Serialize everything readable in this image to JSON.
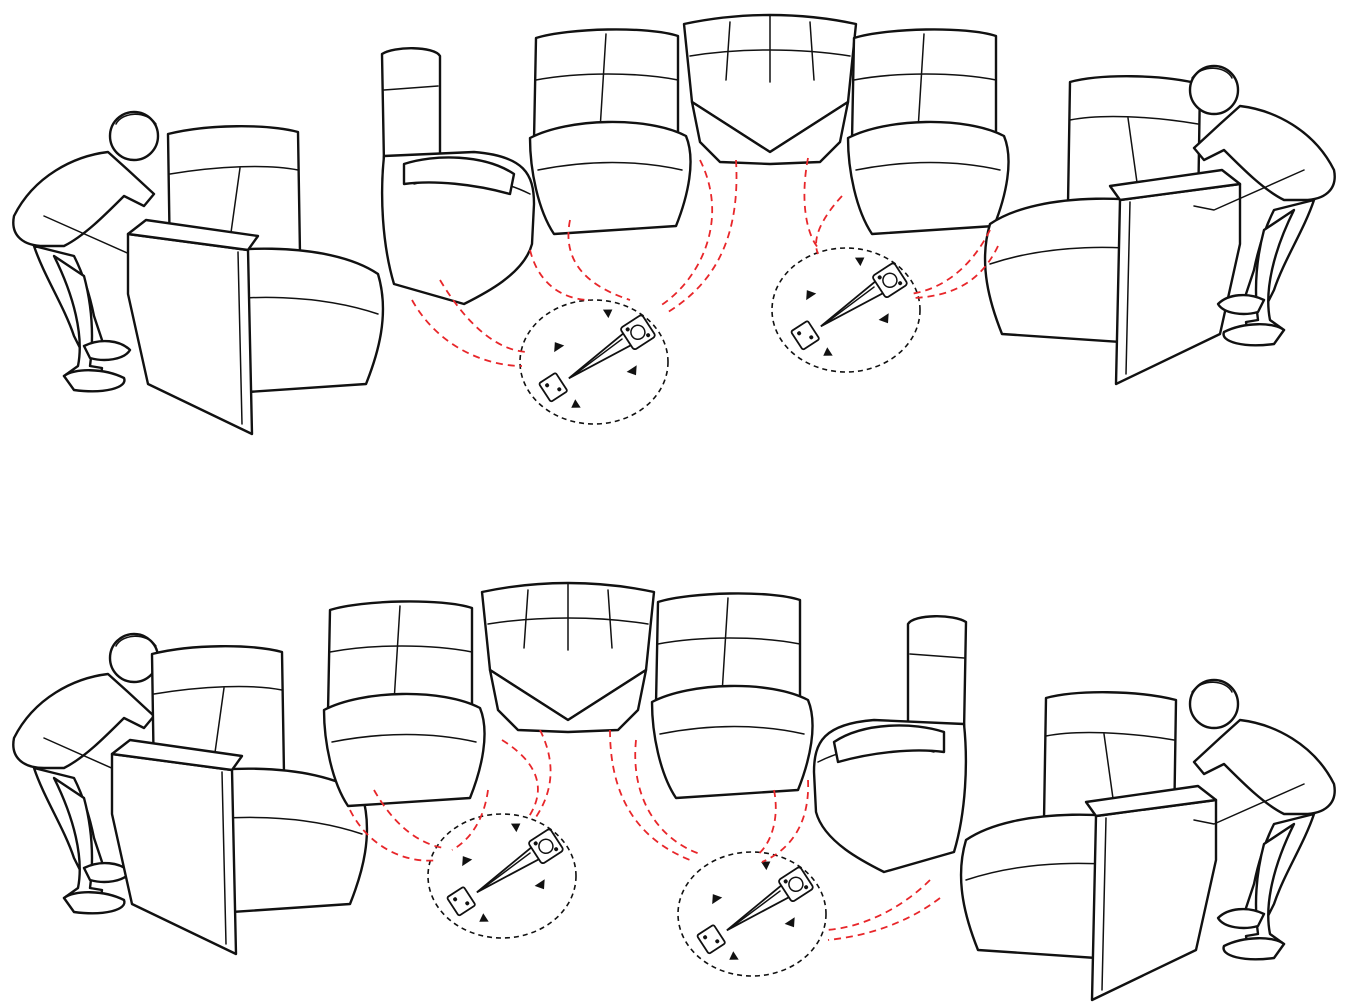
{
  "diagram": {
    "rows": [
      {
        "id": "top-row",
        "seats": [
          "power-recliner-left-arm",
          "armless-recliner",
          "armless-chair",
          "corner-wedge",
          "armless-chair",
          "power-recliner-right-arm"
        ],
        "connectors": 2
      },
      {
        "id": "bottom-row",
        "seats": [
          "power-recliner-left-arm",
          "armless-chair",
          "corner-wedge",
          "armless-chair",
          "armless-recliner",
          "power-recliner-right-arm"
        ],
        "connectors": 2
      }
    ],
    "people": 4
  },
  "colors": {
    "ink": "#111111",
    "link": "#e8262a",
    "background": "#ffffff"
  }
}
